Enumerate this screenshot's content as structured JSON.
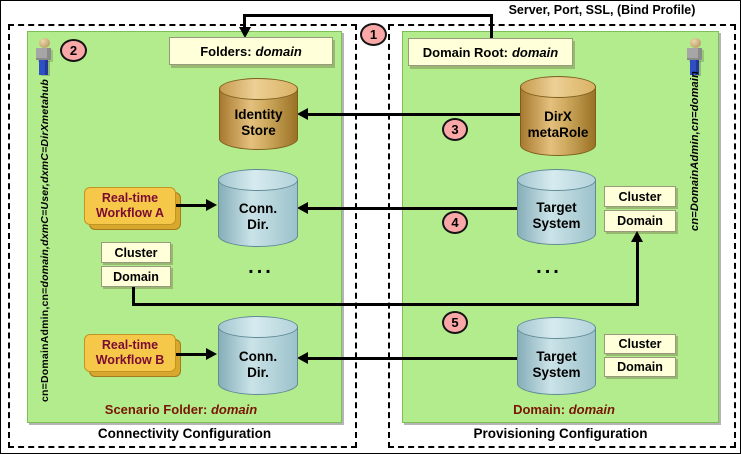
{
  "header": {
    "server_label": "Server, Port, SSL, (Bind Profile)"
  },
  "badges": {
    "n1": "1",
    "n2": "2",
    "n3": "3",
    "n4": "4",
    "n5": "5"
  },
  "connectivity": {
    "caption": "Connectivity Configuration",
    "dn_prefix": "cn=DomainAdmin,cn=",
    "dn_italic": "domain,dxmC=User,dxmC=DirXmetahub",
    "folders": {
      "label": "Folders:",
      "value": "domain"
    },
    "identity_store": {
      "line1": "Identity",
      "line2": "Store"
    },
    "conn_dir": {
      "line1": "Conn.",
      "line2": "Dir."
    },
    "workflow_a": {
      "line1": "Real-time",
      "line2": "Workflow A"
    },
    "workflow_b": {
      "line1": "Real-time",
      "line2": "Workflow B"
    },
    "cluster": "Cluster",
    "domain": "Domain",
    "ellipsis": "...",
    "scenario": {
      "label": "Scenario Folder:",
      "value": "domain"
    }
  },
  "provisioning": {
    "caption": "Provisioning Configuration",
    "dn_italic": "cn=DomainAdmin,cn=domain",
    "domain_root": {
      "label": "Domain Root:",
      "value": "domain"
    },
    "dirx_metarole": {
      "line1": "DirX",
      "line2": "metaRole"
    },
    "target_system": {
      "line1": "Target",
      "line2": "System"
    },
    "cluster": "Cluster",
    "domain": "Domain",
    "ellipsis": "...",
    "domain_caption": {
      "label": "Domain:",
      "value": "domain"
    }
  },
  "colors": {
    "panel_green": "#B3EC8C",
    "label_cream": "#FFFFDA",
    "badge_pink": "#F9A7A7",
    "cylinder_gold": "#CDA85C",
    "cylinder_blue": "#9DC2CB",
    "workflow_yellow": "#F6C84A",
    "workflow_text": "#7C0B33",
    "caption_red": "#7A1505"
  }
}
